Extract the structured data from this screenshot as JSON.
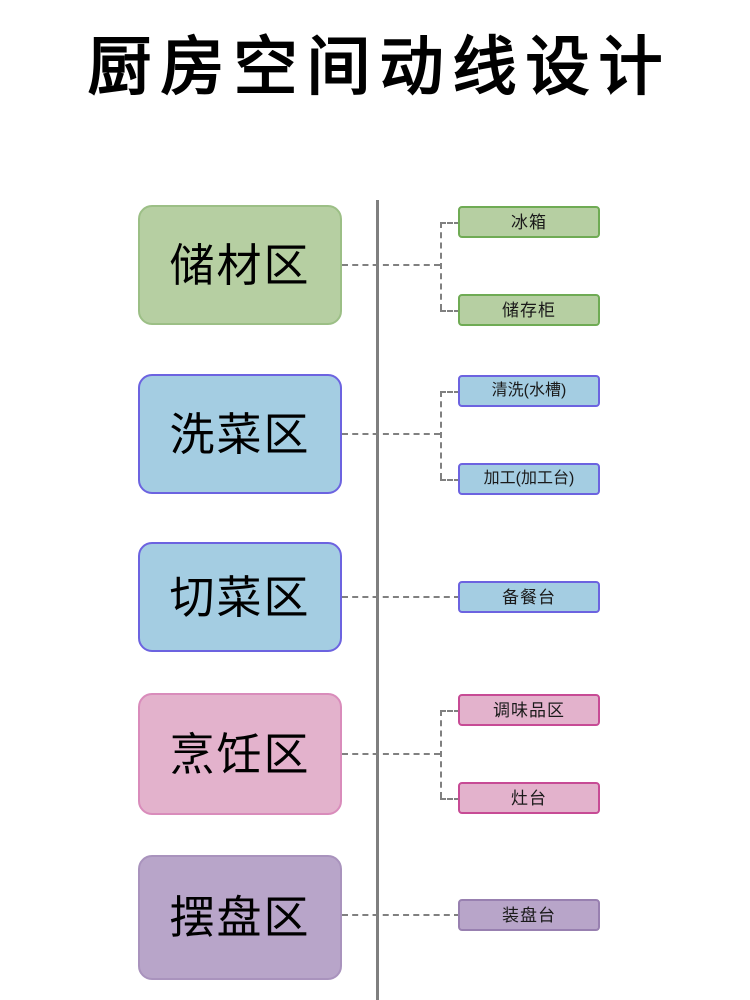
{
  "title": "厨房空间动线设计",
  "diagram": {
    "type": "flow-tree",
    "orientation": "vertical-spine",
    "spine_color": "#7f7f7f",
    "connector_style": "dashed",
    "connector_color": "#808080",
    "groups": [
      {
        "zone_label": "储材区",
        "fill": "#b6cfa2",
        "stroke": "#9cbf86",
        "leaf_stroke": "#6fab54",
        "children": [
          {
            "label": "冰箱"
          },
          {
            "label": "储存柜"
          }
        ]
      },
      {
        "zone_label": "洗菜区",
        "fill": "#a4cde2",
        "stroke": "#6c63e0",
        "leaf_stroke": "#6c63e0",
        "children": [
          {
            "label": "清洗(水槽)"
          },
          {
            "label": "加工(加工台)"
          }
        ]
      },
      {
        "zone_label": "切菜区",
        "fill": "#a4cde2",
        "stroke": "#6c63e0",
        "leaf_stroke": "#6c63e0",
        "children": [
          {
            "label": "备餐台"
          }
        ]
      },
      {
        "zone_label": "烹饪区",
        "fill": "#e3b2cc",
        "stroke": "#d98cbb",
        "leaf_stroke": "#c74b95",
        "children": [
          {
            "label": "调味品区"
          },
          {
            "label": "灶台"
          }
        ]
      },
      {
        "zone_label": "摆盘区",
        "fill": "#b8a5c9",
        "stroke": "#a993bd",
        "leaf_stroke": "#9880b0",
        "children": [
          {
            "label": "装盘台"
          }
        ]
      }
    ]
  }
}
